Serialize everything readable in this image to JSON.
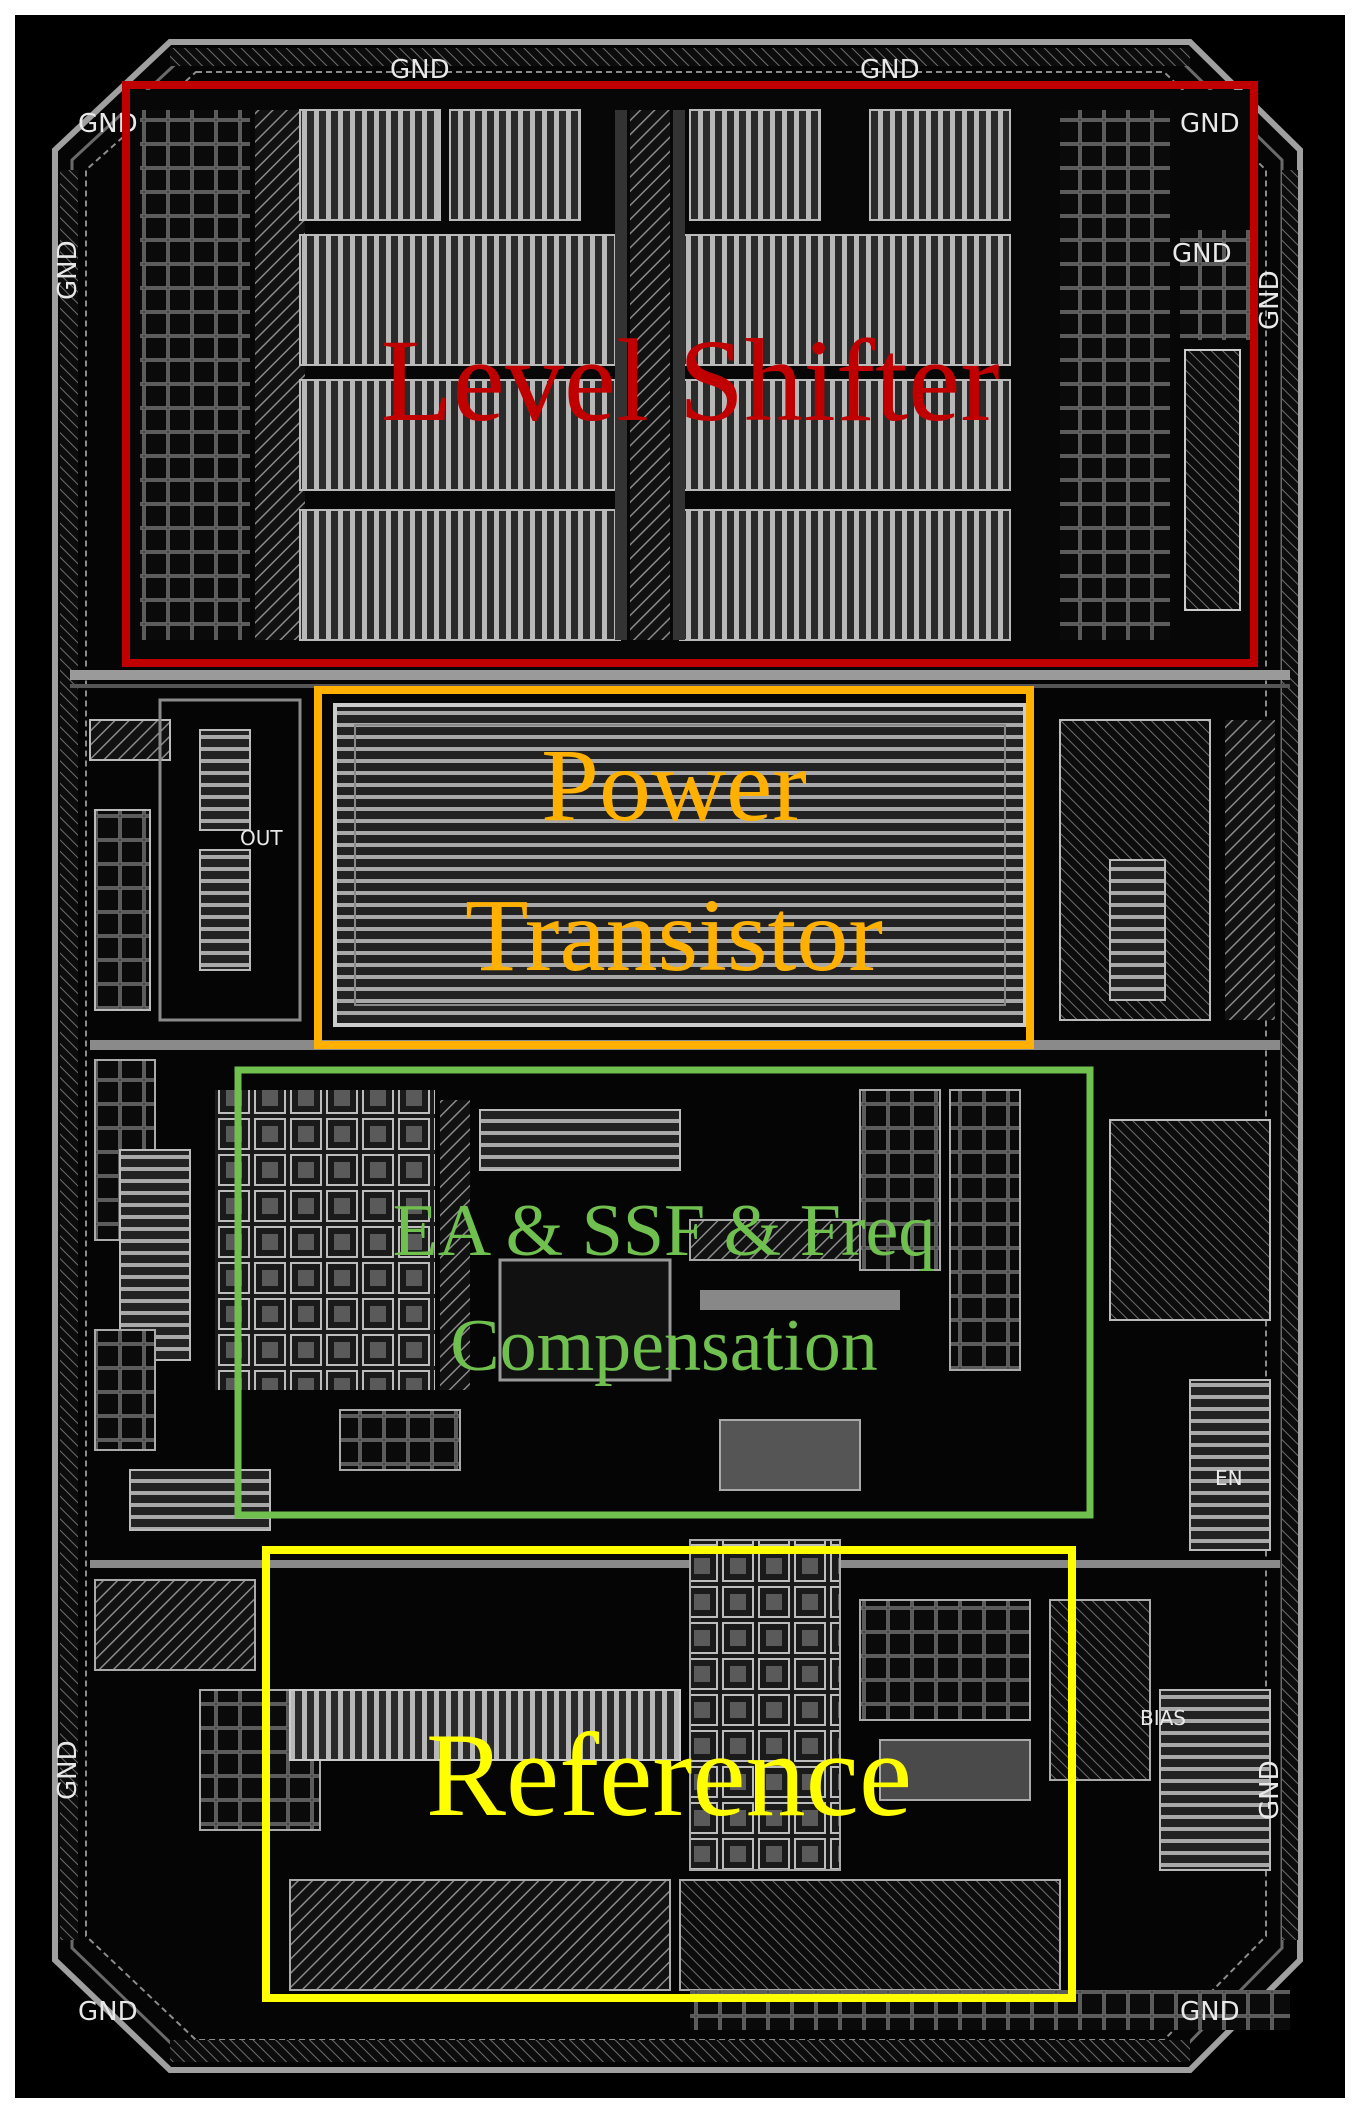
{
  "figure": {
    "blocks": [
      {
        "id": "level-shifter",
        "lines": [
          "Level Shifter"
        ],
        "color": "#c00000"
      },
      {
        "id": "power-transistor",
        "lines": [
          "Power",
          "Transistor"
        ],
        "color": "#ffb000"
      },
      {
        "id": "ea-ssf",
        "lines": [
          "EA & SSF & Freq",
          "Compensation"
        ],
        "color": "#70c050"
      },
      {
        "id": "reference",
        "lines": [
          "Reference"
        ],
        "color": "#ffff00"
      }
    ],
    "pad_labels": {
      "gnd": "GND",
      "out": "OUT",
      "en": "EN",
      "bias": "BIAS"
    }
  },
  "colors": {
    "background": "#000000",
    "metal": "#9a9a9a",
    "metal_light": "#d0d0d0"
  }
}
